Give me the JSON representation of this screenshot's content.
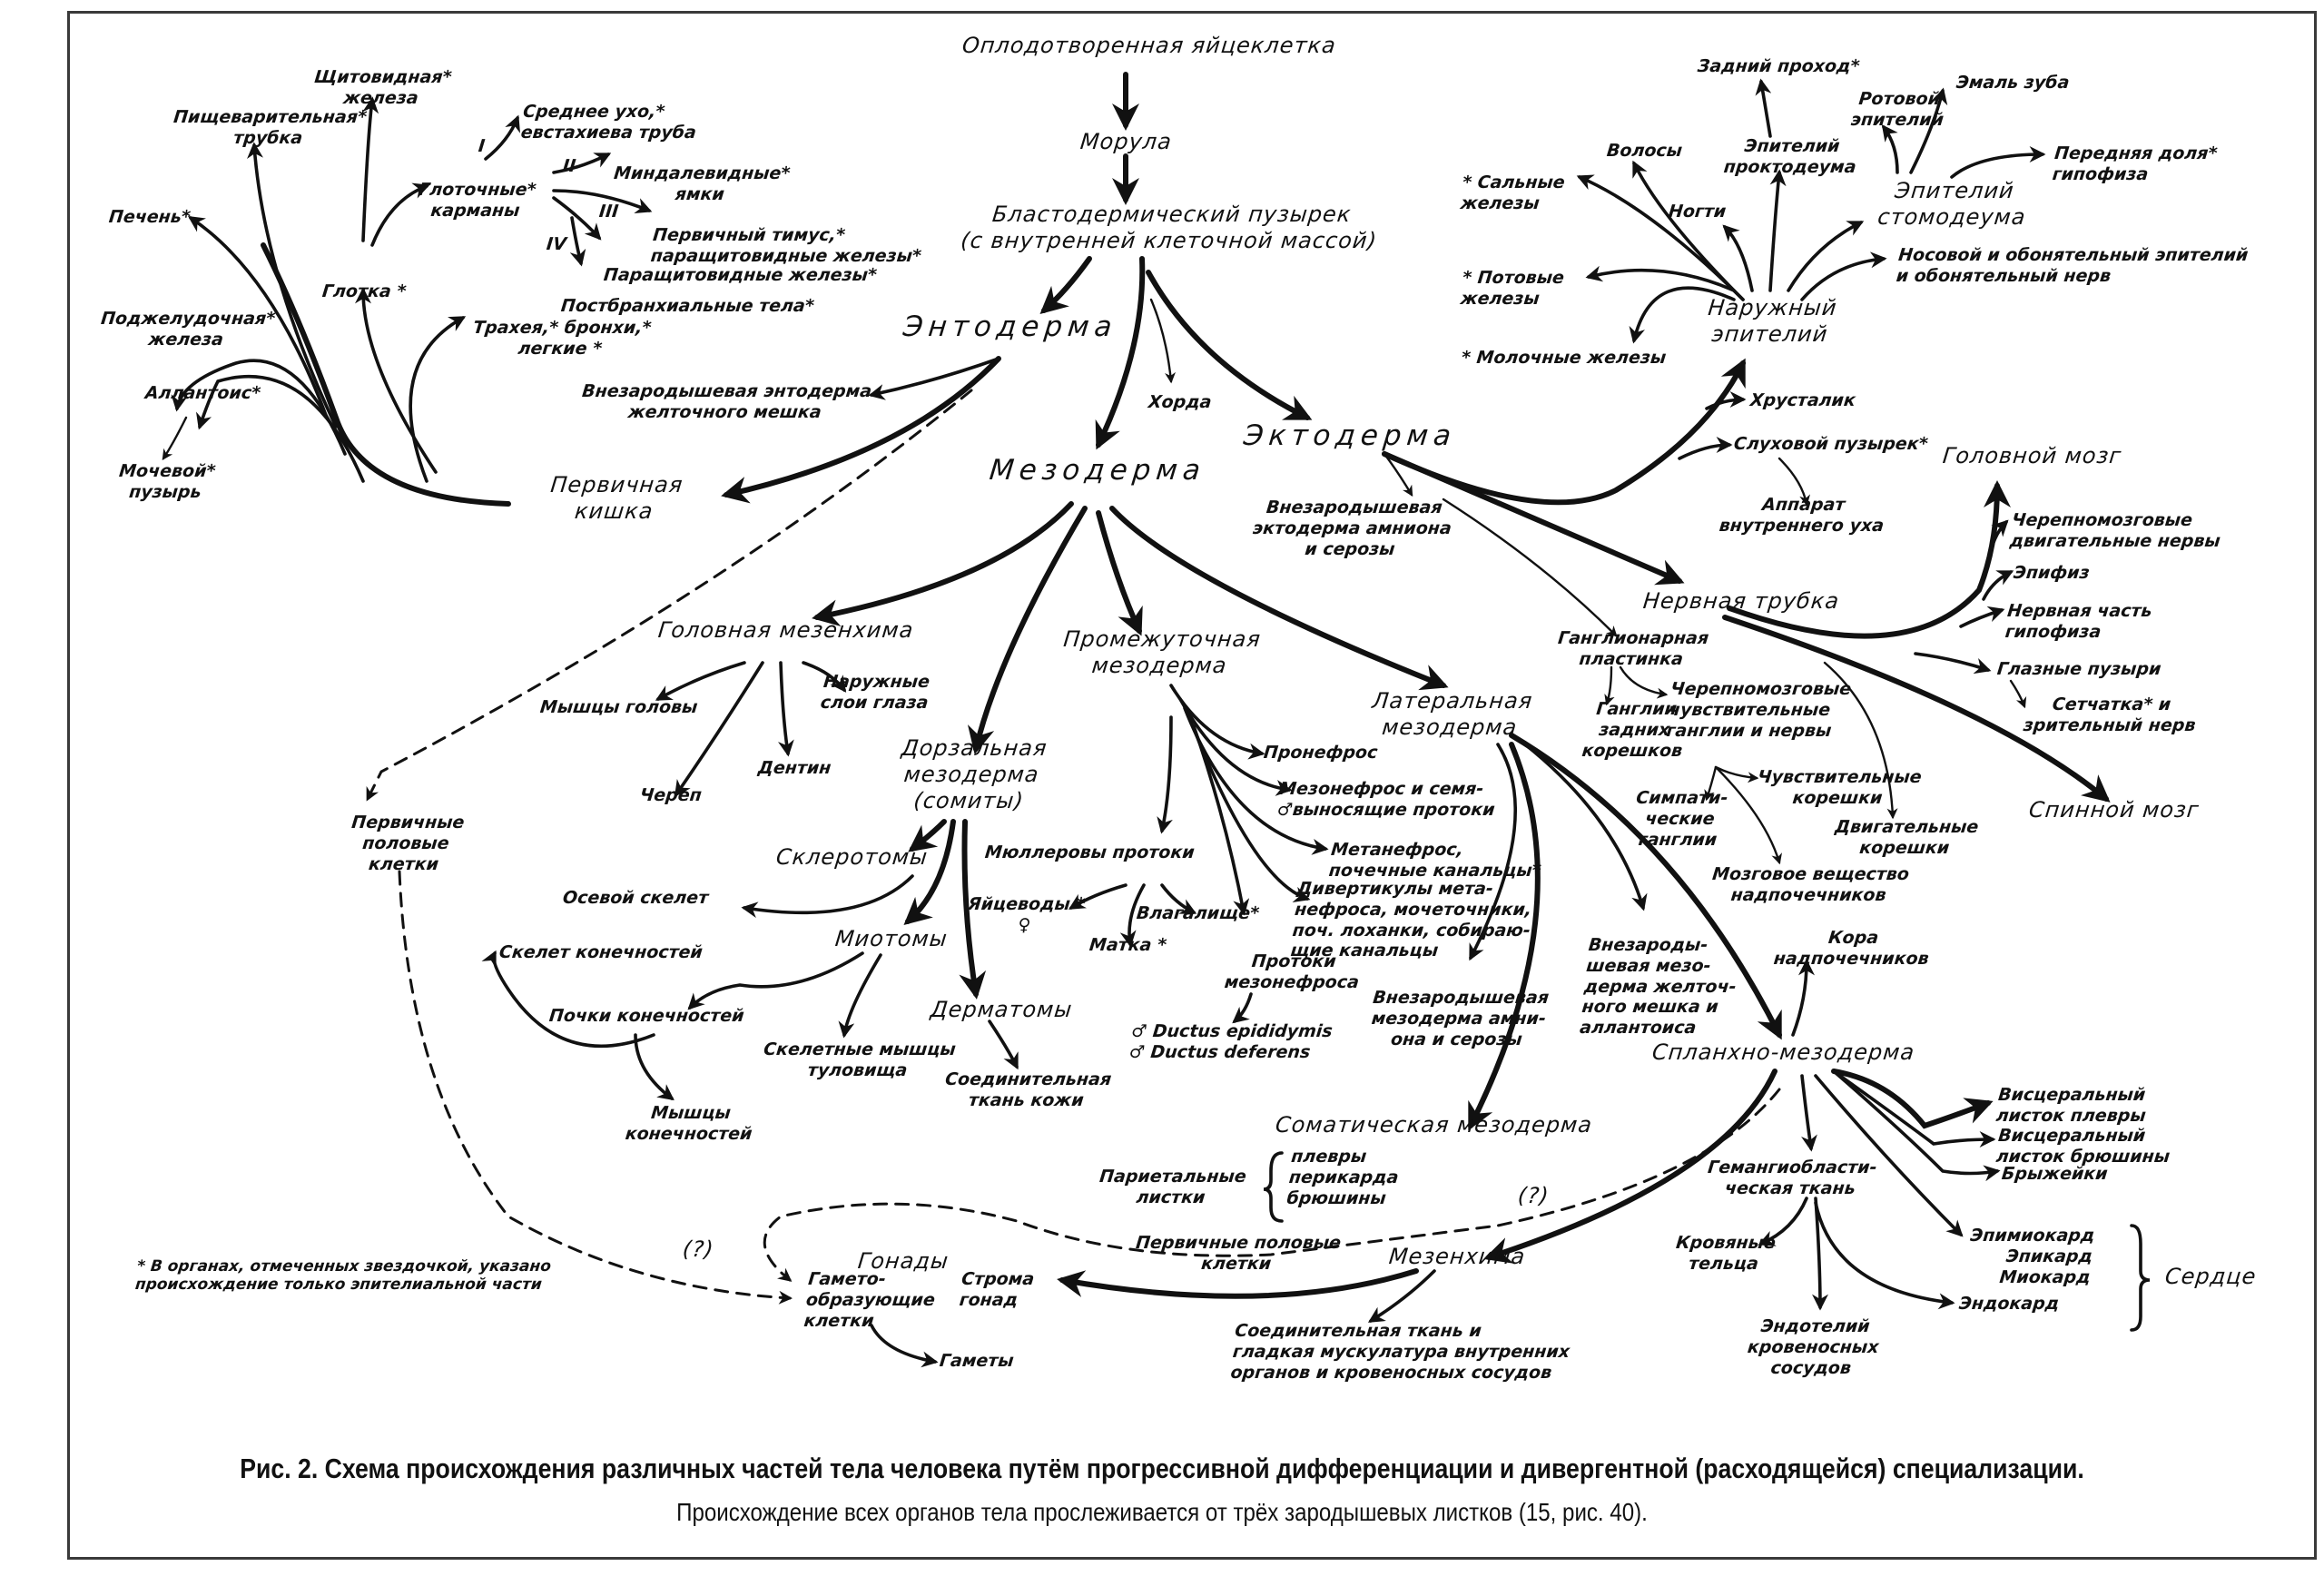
{
  "diagram": {
    "nodes": {
      "zygote": "Оплодотворенная яйцеклетка",
      "morula": "Морула",
      "blastocyst": "Бластодермический пузырек\n(с внутренней клеточной массой)",
      "endoderm": "Энтодерма",
      "mesoderm": "Мезодерма",
      "ectoderm": "Эктодерма",
      "notochord": "Хорда",
      "primary_gut": "Первичная\nкишка",
      "extra_endoderm": "Внезародышевая энтодерма\nжелточного мешка",
      "pharynx": "Глотка *",
      "digestive_tube": "Пищеварительная*\nтрубка",
      "thyroid": "Щитовидная*\nжелеза",
      "liver": "Печень*",
      "pancreas": "Поджелудочная*\nжелеза",
      "allantois": "Аллантоис*",
      "bladder": "Мочевой*\nпузырь",
      "pharyngeal_pouches": "Глоточные*\nкарманы",
      "middle_ear": "Среднее ухо,*\nевстахиева труба",
      "tonsils": "Миндалевидные*\nямки",
      "thymus": "Первичный тимус,*\nпаращитовидные железы*",
      "parathyroid": "Паращитовидные железы*",
      "postbranchial": "Постбранхиальные тела*",
      "trachea": "Трахея,* бронхи,*\nлегкие *",
      "pouch_I": "I",
      "pouch_II": "II",
      "pouch_III": "III",
      "pouch_IV": "IV",
      "outer_epithelium": "Наружный\nэпителий",
      "anus": "Задний проход*",
      "proctodeum": "Эпителий\nпроктодеума",
      "hair": "Волосы",
      "nails": "Ногти",
      "sebaceous": "* Сальные\nжелезы",
      "sweat": "* Потовые\nжелезы",
      "mammary": "* Молочные железы",
      "oral_epithelium": "Ротовой\nэпителий",
      "enamel": "Эмаль зуба",
      "stomodeum": "Эпителий\nстомодеума",
      "ant_pituitary": "Передняя доля*\nгипофиза",
      "nasal": "Носовой и обонятельный эпителий\nи обонятельный нерв",
      "lens": "Хрусталик",
      "otic_vesicle": "Слуховой пузырек*",
      "inner_ear": "Аппарат\nвнутреннего уха",
      "extra_ectoderm": "Внезародышевая\nэктодерма амниона\nи серозы",
      "neural_tube": "Нервная трубка",
      "brain": "Головной мозг",
      "cranial_motor": "Черепномозговые\nдвигательные нервы",
      "epiphysis": "Эпифиз",
      "neurohypophysis": "Нервная часть\nгипофиза",
      "optic_vesicles": "Глазные пузыри",
      "retina": "Сетчатка* и\nзрительный нерв",
      "spinal_cord": "Спинной мозг",
      "motor_roots": "Двигательные\nкорешки",
      "neural_crest": "Ганглионарная\nпластинка",
      "dorsal_root_ganglia": "Ганглии\nзадних\nкорешков",
      "cranial_sensory": "Черепномозговые\nчувствительные\nганглии и нервы",
      "sensory_roots": "Чувствительные\nкорешки",
      "sympathetic": "Симпати-\nческие\nганглии",
      "adrenal_medulla": "Мозговое вещество\nнадпочечников",
      "head_mesenchyme": "Головная мезенхима",
      "head_muscles": "Мышцы головы",
      "eye_layers": "Наружные\nслои глаза",
      "skull": "Череп",
      "dentin": "Дентин",
      "intermediate_mesoderm": "Промежуточная\nмезодерма",
      "pronephros": "Пронефрос",
      "mesonephros": "Мезонефрос и семя-\n♂выносящие протоки",
      "metanephros": "Метанефрос,\nпочечные канальцы*",
      "ureteric": "Дивертикулы мета-\nнефроса, мочеточники,\nпоч. лоханки, собираю-\nщие канальцы",
      "muller": "Мюллеровы протоки",
      "oviducts": "Яйцеводы *\n♀",
      "uterus": "Матка *",
      "vagina": "Влагалище*",
      "mesonephric_ducts": "Протоки\nмезонефроса",
      "epididymis": "♂ Ductus epididymis\n♂ Ductus deferens",
      "lateral_mesoderm": "Латеральная\nмезодерма",
      "dorsal_mesoderm": "Дорзальная\nмезодерма\n(сомиты)",
      "sclerotomes": "Склеротомы",
      "axial_skeleton": "Осевой скелет",
      "limb_skeleton": "Скелет конечностей",
      "myotomes": "Миотомы",
      "limb_buds": "Почки конечностей",
      "limb_muscles": "Мышцы\nконечностей",
      "trunk_muscles": "Скелетные мышцы\nтуловища",
      "dermatomes": "Дерматомы",
      "dermis": "Соединительная\nткань кожи",
      "germ_cells_left": "Первичные\nполовые\nклетки",
      "extra_meso_amnion": "Внезародышевая\nмезодерма амни-\nона и серозы",
      "extra_meso_yolk": "Внезароды-\nшевая мезо-\nдерма желточ-\nного мешка и\nаллантоиса",
      "adrenal_cortex": "Кора\nнадпочечников",
      "splanchnic": "Спланхно-мезодерма",
      "somatic": "Соматическая мезодерма",
      "parietal": "Париетальные\nлистки",
      "parietal_items": "плевры\nперикарда\nбрюшины",
      "visceral_pleura": "Висцеральный\nлисток плевры",
      "visceral_peritoneum": "Висцеральный\nлисток брюшины",
      "mesentery": "Брыжейки",
      "hemangioblastic": "Гемангиобласти-\nческая ткань",
      "blood_cells": "Кровяные\nтельца",
      "endothelium": "Эндотелий\nкровеносных\nсосудов",
      "epimyocardium": "Эпимиокард\nЭпикард\nМиокард",
      "endocardium": "Эндокард",
      "heart": "Сердце",
      "mesenchyme": "Мезенхима",
      "connective": "Соединительная ткань и\nгладкая мускулатура внутренних\nорганов и кровеносных сосудов",
      "germ_cells_bottom": "Первичные половые\nклетки",
      "gonads": "Гонады",
      "gametogenic": "Гамето-\nобразующие\nклетки",
      "gonad_stroma": "Строма\nгонад",
      "gametes": "Гаметы",
      "question_left": "(?)",
      "question_right": "(?)"
    },
    "footnote": "* В органах, отмеченных звездочкой, указано\nпроисхождение только эпителиальной части"
  },
  "caption": {
    "title": "Рис. 2. Схема происхождения различных частей тела человека путём прогрессивной дифференциации и дивергентной (расходящейся) специализации.",
    "subtitle": "Происхождение всех органов тела прослеживается от трёх зародышевых листков (15, рис. 40)."
  }
}
